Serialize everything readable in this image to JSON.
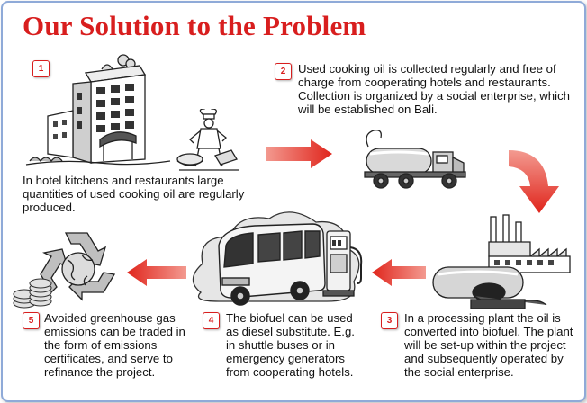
{
  "title": "Our Solution to the Problem",
  "steps": [
    {
      "number": "1",
      "text": "In hotel kitchens and restaurants large quantities of used cooking oil are regularly produced."
    },
    {
      "number": "2",
      "text": "Used cooking oil is collected regularly and free of charge from cooperating hotels and restaurants. Collection is organized by a social enterprise, which will be established on Bali."
    },
    {
      "number": "3",
      "text": "In a processing plant the oil is converted into biofuel. The plant will be set-up within the project and subsequently operated by the social enterprise."
    },
    {
      "number": "4",
      "text": "The biofuel can be used as diesel substitute. E.g. in shuttle buses or in emergency generators from cooperating hotels."
    },
    {
      "number": "5",
      "text": "Avoided greenhouse gas emissions can be traded in the form of emissions certificates, and serve to refinance the project."
    }
  ],
  "colors": {
    "accent": "#d81e1e",
    "arrow": "#e8453c",
    "frame": "#8faad8"
  },
  "icons": [
    "hotel-icon",
    "chef-icon",
    "tanker-truck-icon",
    "processing-plant-icon",
    "bus-icon",
    "fuel-pump-icon",
    "recycle-globe-icon",
    "coins-icon"
  ]
}
